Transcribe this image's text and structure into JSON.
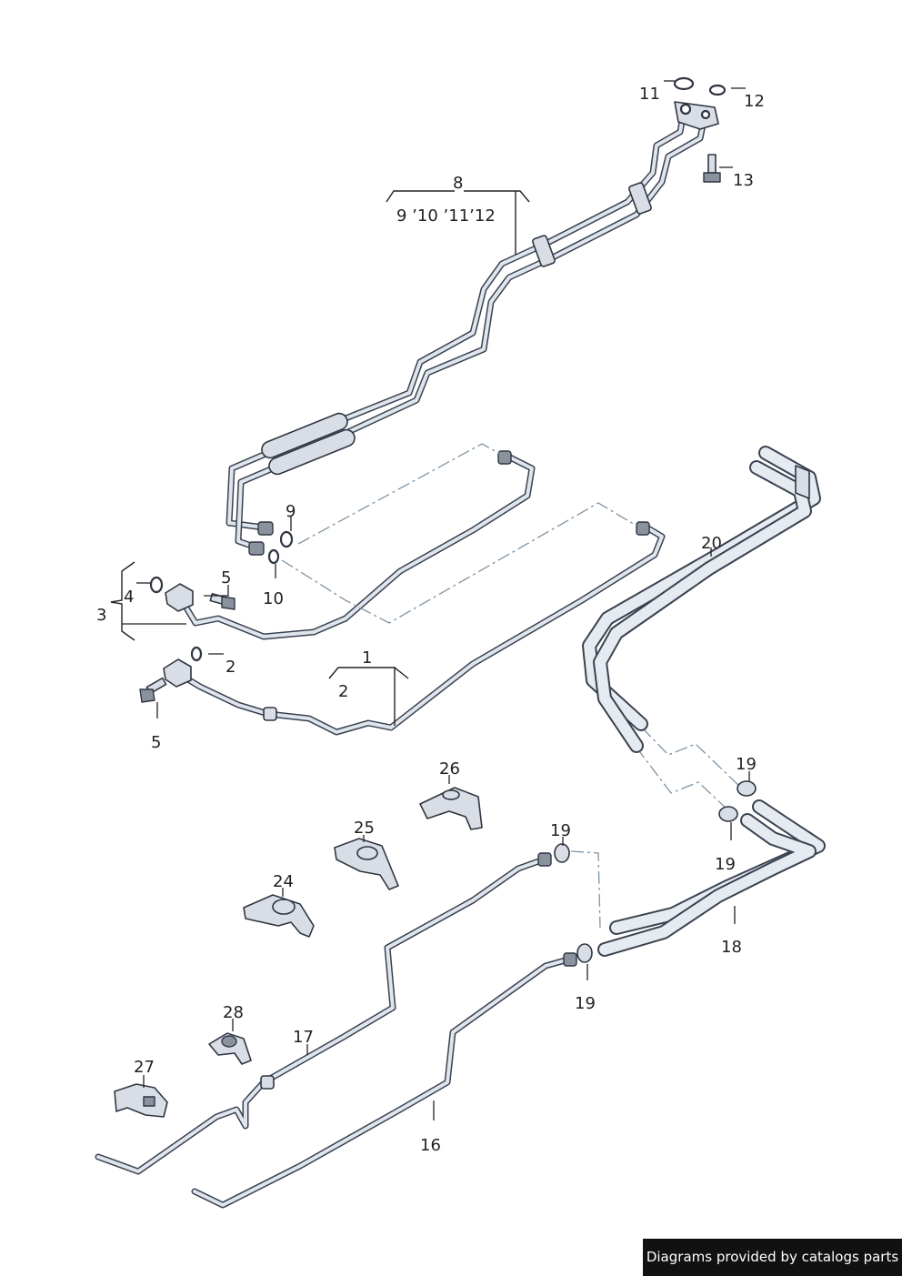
{
  "callouts": {
    "c1": "1",
    "c2a": "2",
    "c2b": "2",
    "c3": "3",
    "c4": "4",
    "c5a": "5",
    "c5b": "5",
    "c8": "8",
    "c8sub": "9 ’10 ’11’12",
    "c9": "9",
    "c10": "10",
    "c11": "11",
    "c12": "12",
    "c13": "13",
    "c16": "16",
    "c17": "17",
    "c18": "18",
    "c19a": "19",
    "c19b": "19",
    "c19c": "19",
    "c19d": "19",
    "c20": "20",
    "c24": "24",
    "c25": "25",
    "c26": "26",
    "c27": "27",
    "c28": "28"
  },
  "credit": "Diagrams provided by catalogs parts"
}
